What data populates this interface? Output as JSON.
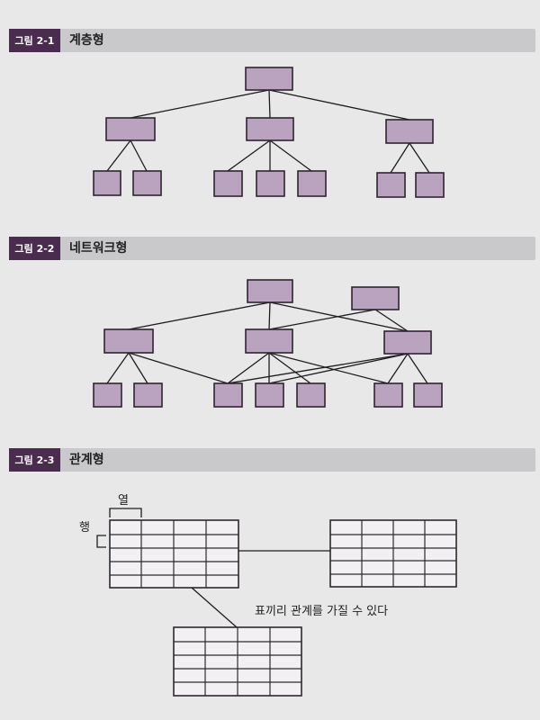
{
  "figures": [
    {
      "tag": "그림 2-1",
      "title": "계층형"
    },
    {
      "tag": "그림 2-2",
      "title": "네트워크형"
    },
    {
      "tag": "그림 2-3",
      "title": "관계형"
    }
  ],
  "relational": {
    "column_label": "열",
    "row_label": "행",
    "caption": "표끼리 관계를 가질 수 있다"
  }
}
